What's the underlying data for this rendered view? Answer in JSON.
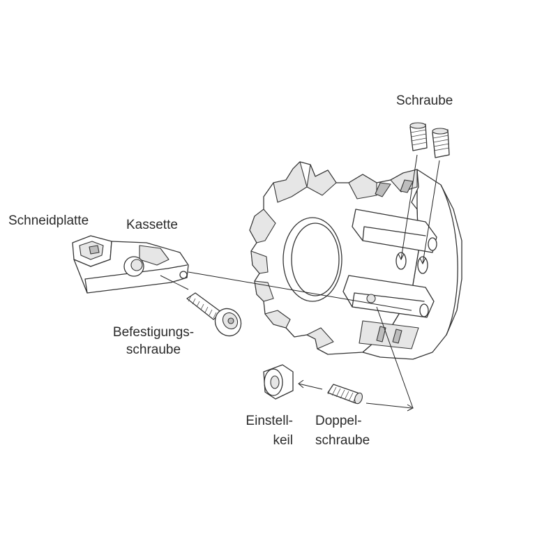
{
  "labels": {
    "schraube": "Schraube",
    "schneidplatte": "Schneidplatte",
    "kassette": "Kassette",
    "befestigung_line1": "Befestigungs-",
    "befestigung_line2": "schraube",
    "einstell_line1": "Einstell-",
    "einstell_line2": "keil",
    "doppel_line1": "Doppel-",
    "doppel_line2": "schraube"
  },
  "parts": [
    {
      "name": "cutter-body"
    },
    {
      "name": "cutting-insert"
    },
    {
      "name": "cartridge"
    },
    {
      "name": "fixing-screw"
    },
    {
      "name": "adjusting-wedge"
    },
    {
      "name": "double-screw"
    },
    {
      "name": "set-screws"
    }
  ],
  "colors": {
    "line": "#333333",
    "shade_light": "#e6e6e6",
    "shade_dark": "#bdbdbd",
    "text": "#2a2a2a"
  }
}
